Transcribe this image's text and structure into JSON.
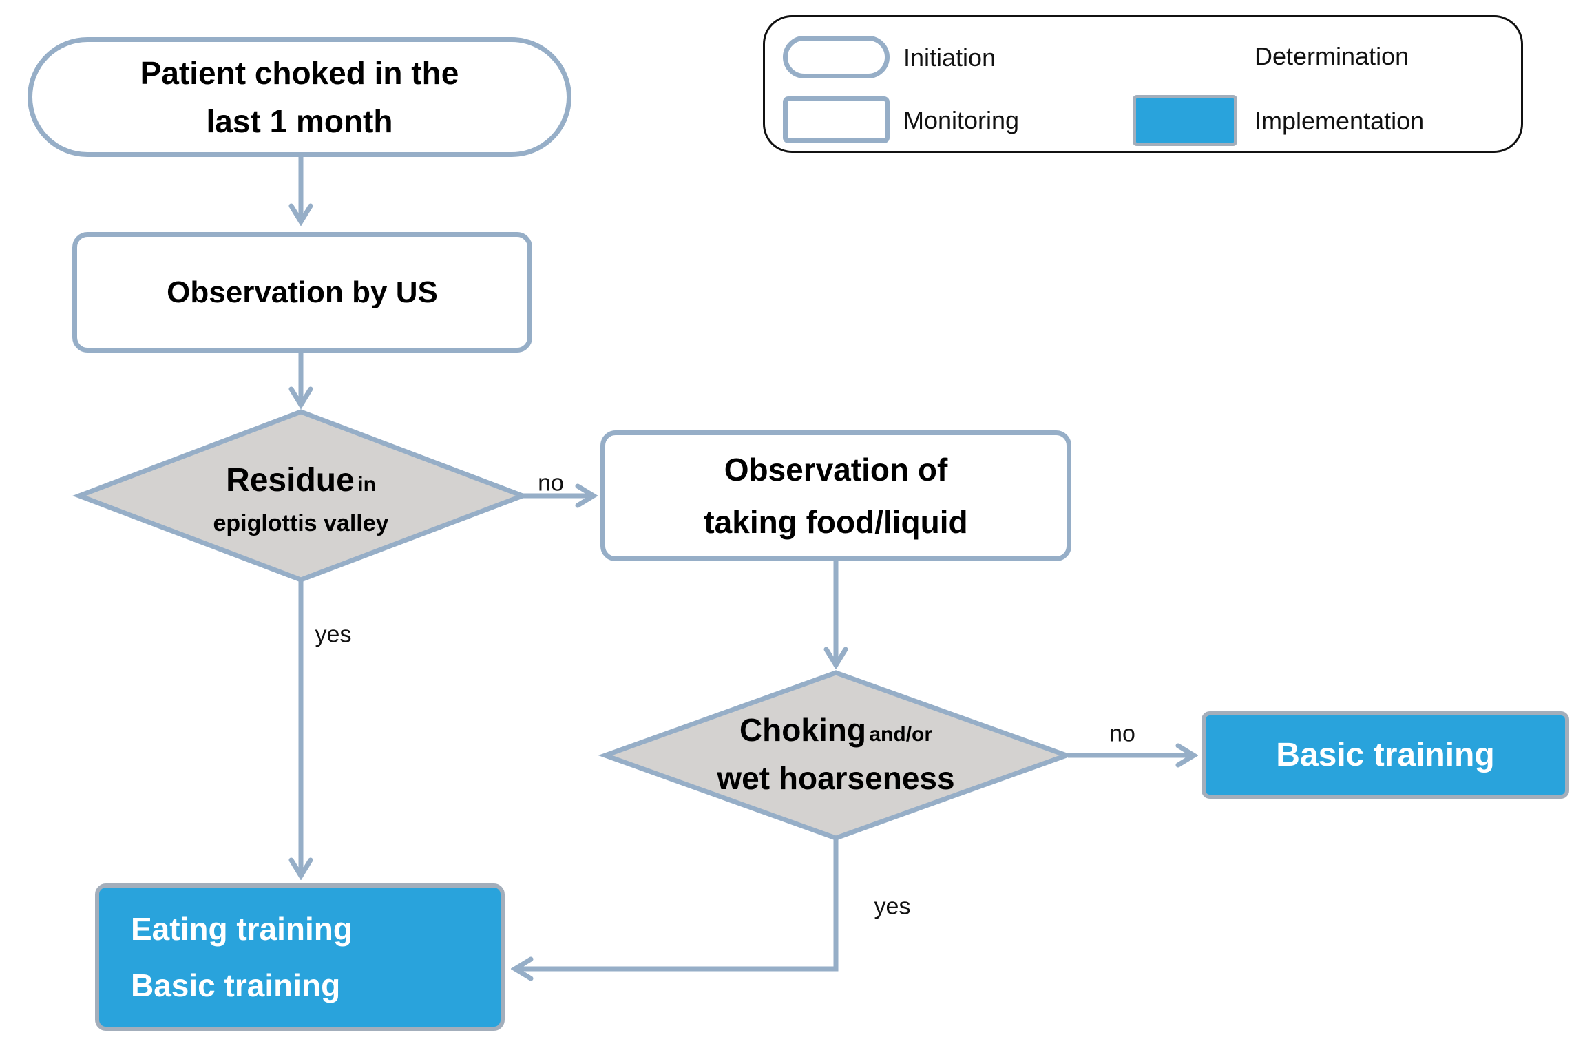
{
  "flowchart": {
    "start": {
      "line1": "Patient choked in the",
      "line2": "last 1 month"
    },
    "observation_us": {
      "label": "Observation by US"
    },
    "residue_decision": {
      "main": "Residue",
      "qualifier": "in",
      "line2": "epiglottis valley"
    },
    "observation_food": {
      "line1": "Observation of",
      "line2": "taking food/liquid"
    },
    "choking_decision": {
      "main": "Choking",
      "qualifier": "and/or",
      "line2": "wet hoarseness"
    },
    "basic_training": {
      "label": "Basic training"
    },
    "eating_training": {
      "line1": "Eating training",
      "line2": "Basic training"
    }
  },
  "edge_labels": {
    "residue_no": "no",
    "residue_yes": "yes",
    "choking_no": "no",
    "choking_yes": "yes"
  },
  "legend": {
    "initiation": "Initiation",
    "monitoring": "Monitoring",
    "determination": "Determination",
    "implementation": "Implementation"
  },
  "colors": {
    "connector": "#96aec7",
    "decision_fill": "#d4d2d0",
    "implementation_fill": "#29a3dc",
    "implementation_border": "#a3aebb",
    "text": "#000000",
    "implementation_text": "#ffffff"
  }
}
